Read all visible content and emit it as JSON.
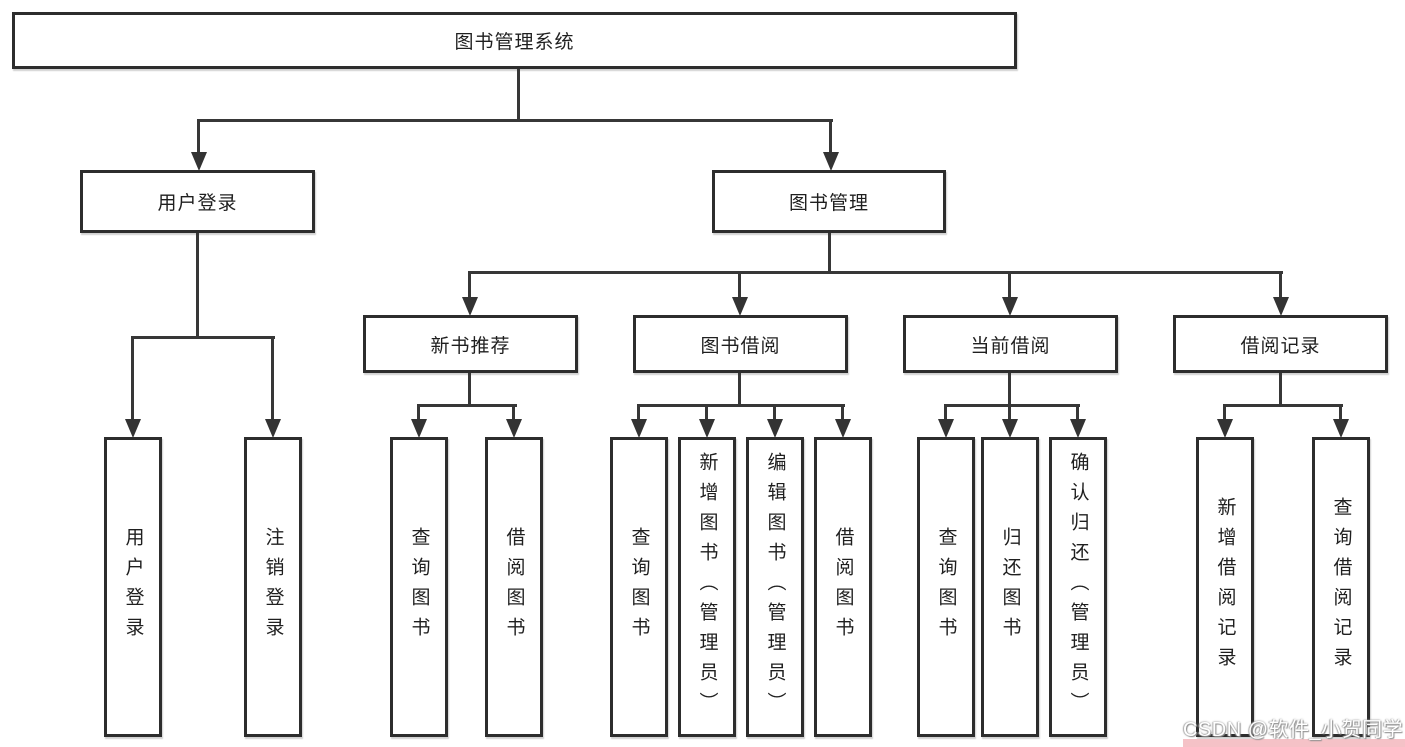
{
  "tree": {
    "root": {
      "label": "图书管理系统"
    },
    "branches": [
      {
        "label": "用户登录",
        "children": [
          {
            "label": "用户登录"
          },
          {
            "label": "注销登录"
          }
        ]
      },
      {
        "label": "图书管理",
        "children": [
          {
            "label": "新书推荐",
            "children": [
              {
                "label": "查询图书"
              },
              {
                "label": "借阅图书"
              }
            ]
          },
          {
            "label": "图书借阅",
            "children": [
              {
                "label": "查询图书"
              },
              {
                "label": "新增图书（管理员）"
              },
              {
                "label": "编辑图书（管理员）"
              },
              {
                "label": "借阅图书"
              }
            ]
          },
          {
            "label": "当前借阅",
            "children": [
              {
                "label": "查询图书"
              },
              {
                "label": "归还图书"
              },
              {
                "label": "确认归还（管理员）"
              }
            ]
          },
          {
            "label": "借阅记录",
            "children": [
              {
                "label": "新增借阅记录"
              },
              {
                "label": "查询借阅记录"
              }
            ]
          }
        ]
      }
    ]
  },
  "watermark": {
    "text": "CSDN @软件_小贺同学"
  },
  "colors": {
    "line": "#373737",
    "box_border": "#2d2d2d",
    "box_fill": "#ffffff",
    "background": "#ffffff",
    "watermark_strip": "#f5c2c7",
    "watermark_text": "#ffffff"
  }
}
